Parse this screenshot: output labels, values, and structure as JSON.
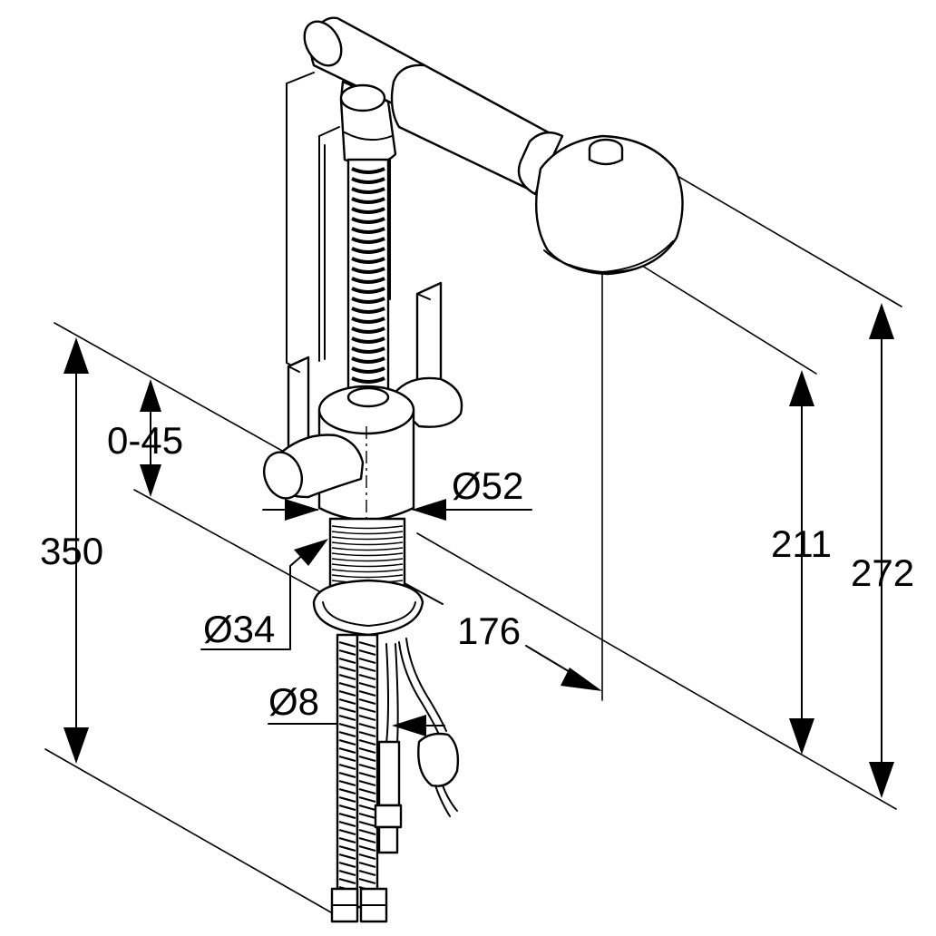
{
  "dimensions": {
    "height_total": "350",
    "spout_travel": "0-45",
    "body_diameter": "Ø52",
    "shank_diameter": "Ø34",
    "hose_diameter": "Ø8",
    "reach": "176",
    "spray_height": "211",
    "top_height": "272"
  }
}
